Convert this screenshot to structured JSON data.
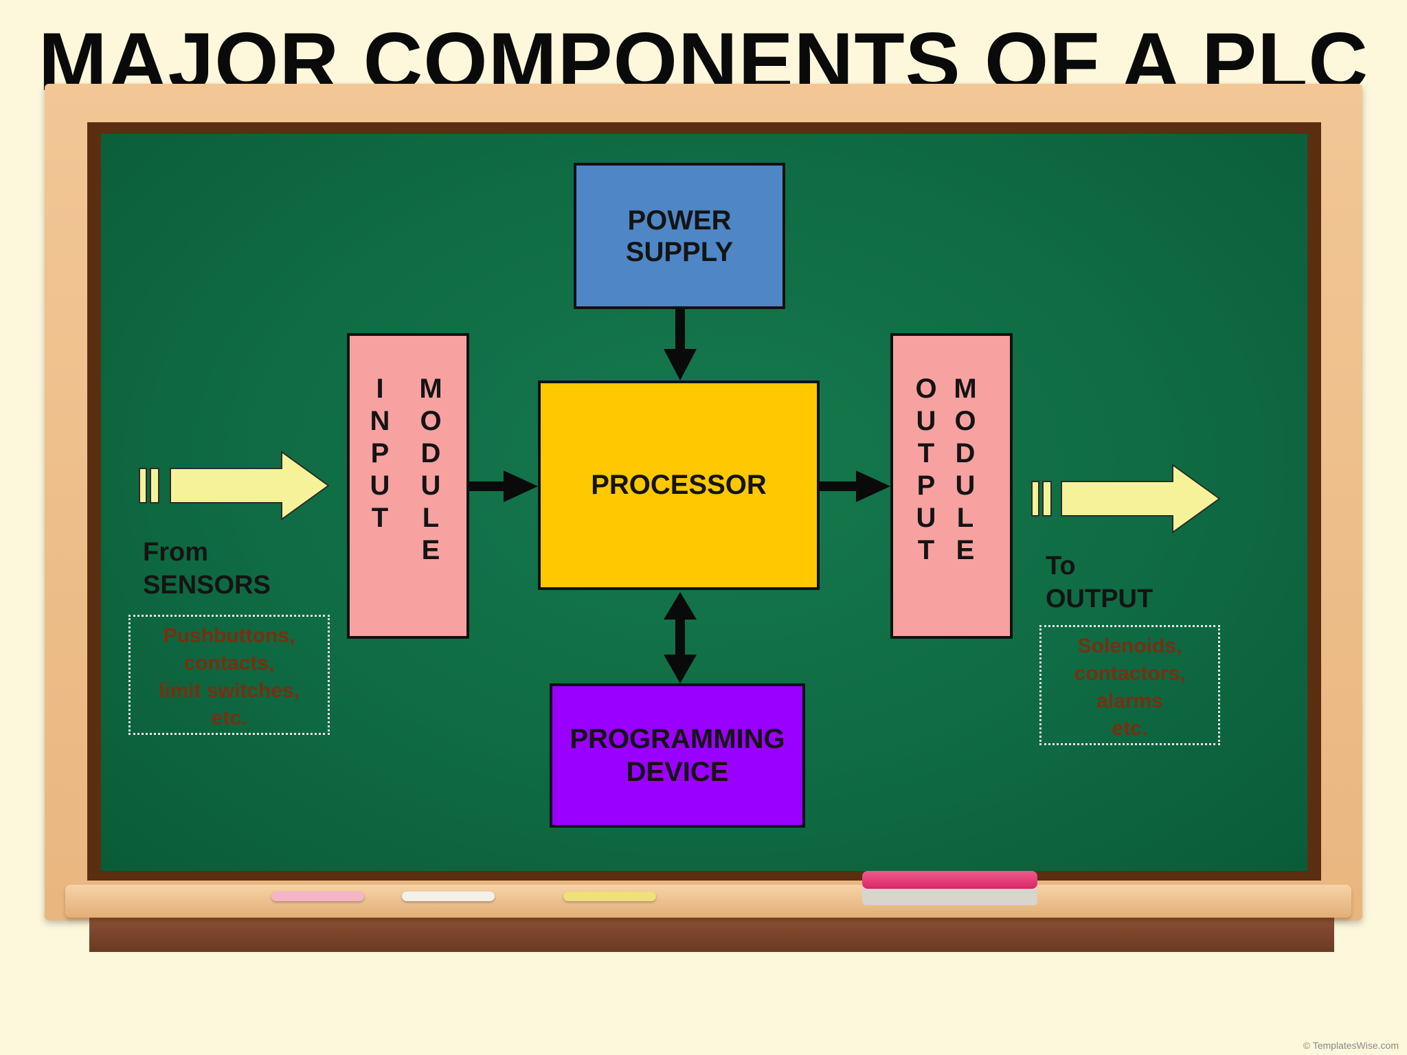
{
  "page": {
    "title": "MAJOR COMPONENTS OF A PLC",
    "credit": "© TemplatesWise.com"
  },
  "diagram": {
    "power_supply": [
      "POWER",
      "SUPPLY"
    ],
    "processor": "PROCESSOR",
    "programming_device": [
      "PROGRAMMING",
      "DEVICE"
    ],
    "input_module": {
      "word1": [
        "I",
        "N",
        "P",
        "U",
        "T"
      ],
      "word2": [
        "M",
        "O",
        "D",
        "U",
        "L",
        "E"
      ]
    },
    "output_module": {
      "word1": [
        "O",
        "U",
        "T",
        "P",
        "U",
        "T"
      ],
      "word2": [
        "M",
        "O",
        "D",
        "U",
        "L",
        "E"
      ]
    },
    "from_label": [
      "From",
      "SENSORS"
    ],
    "to_label": [
      "To",
      "OUTPUT"
    ],
    "input_examples": [
      "Pushbuttons,",
      "contacts,",
      "limit switches,",
      "etc."
    ],
    "output_examples": [
      "Solenoids,",
      "contactors,",
      "alarms",
      "etc."
    ]
  },
  "colors": {
    "board_green": "#0f6b43",
    "power_supply": "#4f86c6",
    "processor": "#ffc800",
    "programming_device": "#9a00ff",
    "module": "#f7a1a1",
    "signal_arrow": "#f6f29a"
  }
}
